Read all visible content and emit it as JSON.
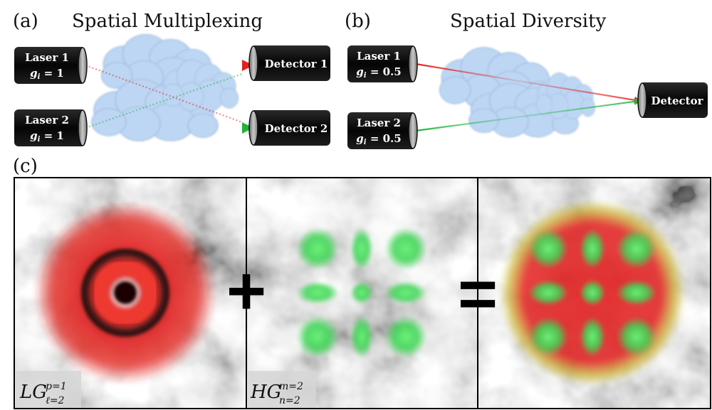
{
  "panels": {
    "a": {
      "tag": "(a)",
      "title": "Spatial Multiplexing",
      "lasers": [
        {
          "name": "Laser 1",
          "gain": "g",
          "gain_sub": "i",
          "gain_value": " = 1"
        },
        {
          "name": "Laser 2",
          "gain": "g",
          "gain_sub": "i",
          "gain_value": " = 1"
        }
      ],
      "detectors": [
        {
          "name": "Detector 1"
        },
        {
          "name": "Detector 2"
        }
      ]
    },
    "b": {
      "tag": "(b)",
      "title": "Spatial Diversity",
      "lasers": [
        {
          "name": "Laser 1",
          "gain": "g",
          "gain_sub": "i",
          "gain_value": " = 0.5"
        },
        {
          "name": "Laser 2",
          "gain": "g",
          "gain_sub": "i",
          "gain_value": " = 0.5"
        }
      ],
      "detector": {
        "name": "Detector"
      }
    },
    "c": {
      "tag": "(c)",
      "beams": [
        {
          "base": "LG",
          "sup": "p=1",
          "sub": "ℓ=2"
        },
        {
          "base": "HG",
          "sup": "m=2",
          "sub": "n=2"
        }
      ],
      "plus_symbol": "+",
      "equals_symbol": "="
    }
  },
  "colors": {
    "red_beam": "#e3211c",
    "green_beam": "#1fb53b",
    "cylinder": "#0c0c0c",
    "cloud": "#b8d3f3",
    "panel_border": "#000000"
  }
}
